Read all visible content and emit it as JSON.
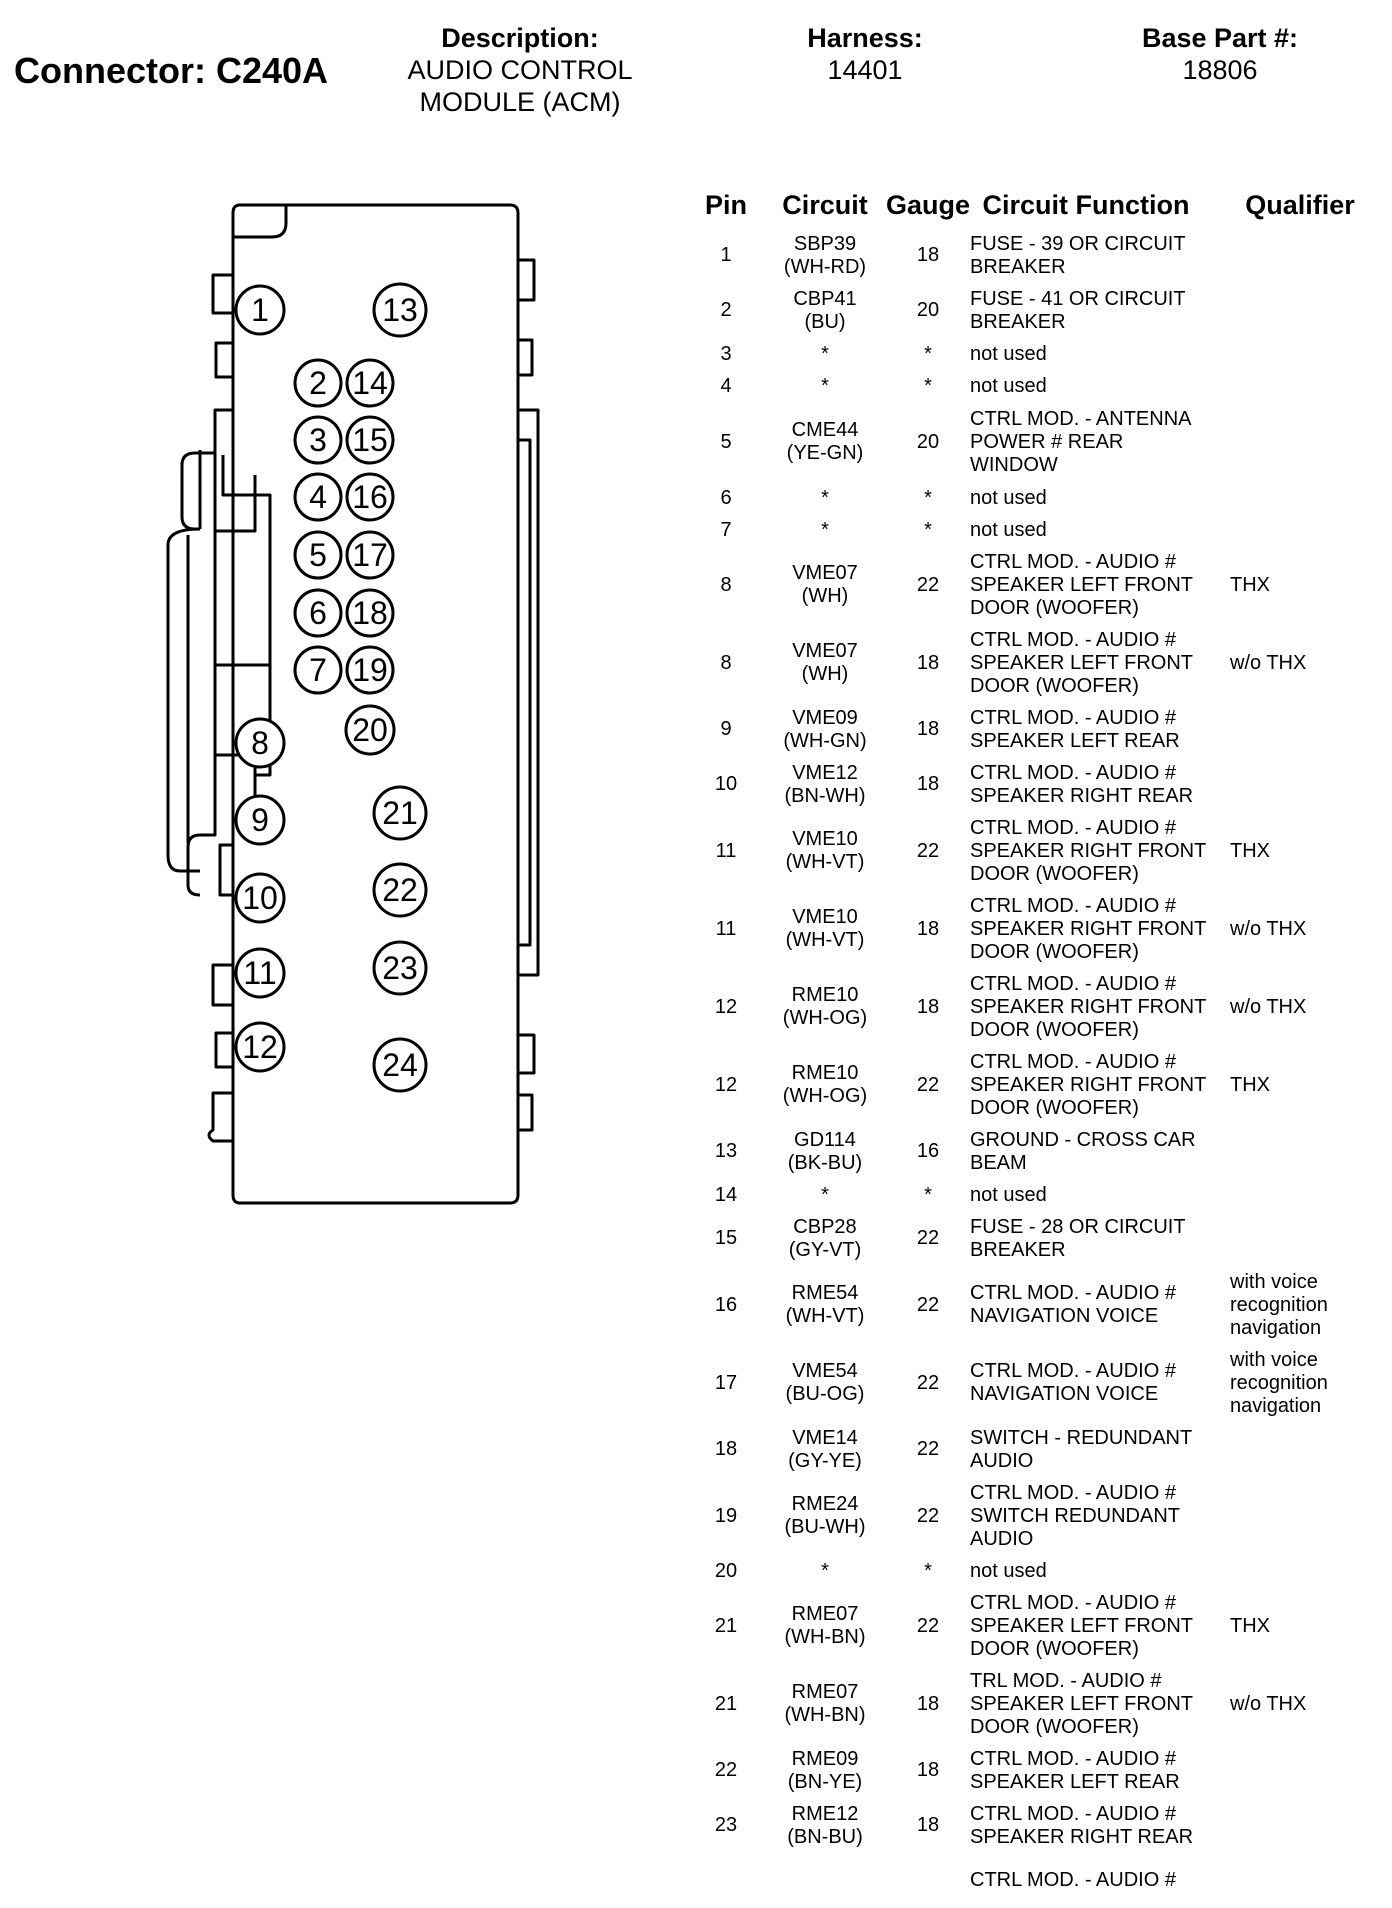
{
  "header": {
    "connector": "Connector: C240A",
    "description_label": "Description:",
    "description": "AUDIO CONTROL\nMODULE (ACM)",
    "harness_label": "Harness:",
    "harness": "14401",
    "base_part_label": "Base Part #:",
    "base_part": "18806"
  },
  "table": {
    "headers": {
      "pin": "Pin",
      "circuit": "Circuit",
      "gauge": "Gauge",
      "function": "Circuit Function",
      "qualifier": "Qualifier"
    },
    "rows": [
      {
        "pin": "1",
        "circuit": "SBP39\n(WH-RD)",
        "gauge": "18",
        "function": "FUSE - 39 OR CIRCUIT\nBREAKER",
        "qualifier": ""
      },
      {
        "pin": "2",
        "circuit": "CBP41\n(BU)",
        "gauge": "20",
        "function": "FUSE - 41 OR CIRCUIT\nBREAKER",
        "qualifier": ""
      },
      {
        "pin": "3",
        "circuit": "*",
        "gauge": "*",
        "function": "not used",
        "qualifier": ""
      },
      {
        "pin": "4",
        "circuit": "*",
        "gauge": "*",
        "function": "not used",
        "qualifier": ""
      },
      {
        "pin": "5",
        "circuit": "CME44\n(YE-GN)",
        "gauge": "20",
        "function": "CTRL MOD. - ANTENNA\nPOWER # REAR\nWINDOW",
        "qualifier": ""
      },
      {
        "pin": "6",
        "circuit": "*",
        "gauge": "*",
        "function": "not used",
        "qualifier": ""
      },
      {
        "pin": "7",
        "circuit": "*",
        "gauge": "*",
        "function": "not used",
        "qualifier": ""
      },
      {
        "pin": "8",
        "circuit": "VME07\n(WH)",
        "gauge": "22",
        "function": "CTRL MOD. - AUDIO #\nSPEAKER LEFT FRONT\nDOOR (WOOFER)",
        "qualifier": "THX"
      },
      {
        "pin": "8",
        "circuit": "VME07\n(WH)",
        "gauge": "18",
        "function": "CTRL MOD. - AUDIO #\nSPEAKER LEFT FRONT\nDOOR (WOOFER)",
        "qualifier": "w/o THX"
      },
      {
        "pin": "9",
        "circuit": "VME09\n(WH-GN)",
        "gauge": "18",
        "function": "CTRL MOD. - AUDIO #\nSPEAKER LEFT REAR",
        "qualifier": ""
      },
      {
        "pin": "10",
        "circuit": "VME12\n(BN-WH)",
        "gauge": "18",
        "function": "CTRL MOD. - AUDIO #\nSPEAKER RIGHT REAR",
        "qualifier": ""
      },
      {
        "pin": "11",
        "circuit": "VME10\n(WH-VT)",
        "gauge": "22",
        "function": "CTRL MOD. - AUDIO #\nSPEAKER RIGHT FRONT\nDOOR (WOOFER)",
        "qualifier": "THX"
      },
      {
        "pin": "11",
        "circuit": "VME10\n(WH-VT)",
        "gauge": "18",
        "function": "CTRL MOD. - AUDIO #\nSPEAKER RIGHT FRONT\nDOOR (WOOFER)",
        "qualifier": "w/o THX"
      },
      {
        "pin": "12",
        "circuit": "RME10\n(WH-OG)",
        "gauge": "18",
        "function": "CTRL MOD. - AUDIO #\nSPEAKER RIGHT FRONT\nDOOR (WOOFER)",
        "qualifier": "w/o THX"
      },
      {
        "pin": "12",
        "circuit": "RME10\n(WH-OG)",
        "gauge": "22",
        "function": "CTRL MOD. - AUDIO #\nSPEAKER RIGHT FRONT\nDOOR (WOOFER)",
        "qualifier": "THX"
      },
      {
        "pin": "13",
        "circuit": "GD114\n(BK-BU)",
        "gauge": "16",
        "function": "GROUND - CROSS CAR\nBEAM",
        "qualifier": ""
      },
      {
        "pin": "14",
        "circuit": "*",
        "gauge": "*",
        "function": "not used",
        "qualifier": ""
      },
      {
        "pin": "15",
        "circuit": "CBP28\n(GY-VT)",
        "gauge": "22",
        "function": "FUSE - 28 OR CIRCUIT\nBREAKER",
        "qualifier": ""
      },
      {
        "pin": "16",
        "circuit": "RME54\n(WH-VT)",
        "gauge": "22",
        "function": "CTRL MOD. - AUDIO #\nNAVIGATION VOICE",
        "qualifier": "with voice\nrecognition\nnavigation"
      },
      {
        "pin": "17",
        "circuit": "VME54\n(BU-OG)",
        "gauge": "22",
        "function": "CTRL MOD. - AUDIO #\nNAVIGATION VOICE",
        "qualifier": "with voice\nrecognition\nnavigation"
      },
      {
        "pin": "18",
        "circuit": "VME14\n(GY-YE)",
        "gauge": "22",
        "function": "SWITCH - REDUNDANT\nAUDIO",
        "qualifier": ""
      },
      {
        "pin": "19",
        "circuit": "RME24\n(BU-WH)",
        "gauge": "22",
        "function": "CTRL MOD. - AUDIO #\nSWITCH REDUNDANT\nAUDIO",
        "qualifier": ""
      },
      {
        "pin": "20",
        "circuit": "*",
        "gauge": "*",
        "function": "not used",
        "qualifier": ""
      },
      {
        "pin": "21",
        "circuit": "RME07\n(WH-BN)",
        "gauge": "22",
        "function": "CTRL MOD. - AUDIO #\nSPEAKER LEFT FRONT\nDOOR (WOOFER)",
        "qualifier": "THX"
      },
      {
        "pin": "21",
        "circuit": "RME07\n(WH-BN)",
        "gauge": "18",
        "function": "TRL MOD. - AUDIO #\nSPEAKER LEFT FRONT\nDOOR (WOOFER)",
        "qualifier": "w/o THX"
      },
      {
        "pin": "22",
        "circuit": "RME09\n(BN-YE)",
        "gauge": "18",
        "function": "CTRL MOD. - AUDIO #\nSPEAKER LEFT REAR",
        "qualifier": ""
      },
      {
        "pin": "23",
        "circuit": "RME12\n(BN-BU)",
        "gauge": "18",
        "function": "CTRL MOD. - AUDIO #\nSPEAKER RIGHT REAR",
        "qualifier": ""
      },
      {
        "pin": "",
        "circuit": "",
        "gauge": "",
        "function": "CTRL MOD. - AUDIO #",
        "qualifier": ""
      }
    ]
  },
  "diagram": {
    "pins": [
      "1",
      "2",
      "3",
      "4",
      "5",
      "6",
      "7",
      "8",
      "9",
      "10",
      "11",
      "12",
      "13",
      "14",
      "15",
      "16",
      "17",
      "18",
      "19",
      "20",
      "21",
      "22",
      "23",
      "24"
    ]
  }
}
